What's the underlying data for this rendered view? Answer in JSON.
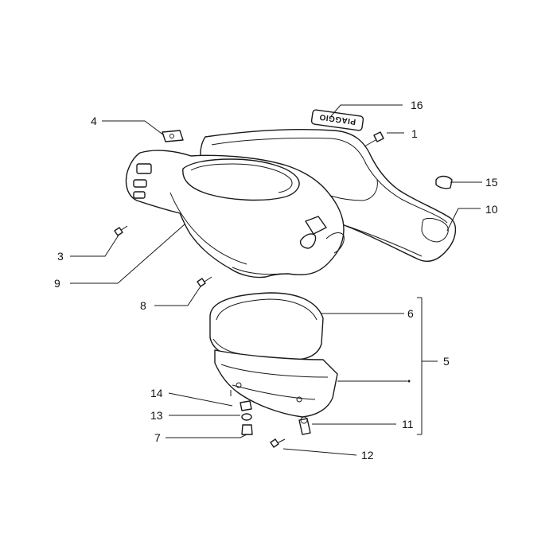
{
  "diagram": {
    "brand_logo": "PIAGGIO",
    "callouts": [
      {
        "id": "c16",
        "label": "16"
      },
      {
        "id": "c1",
        "label": "1"
      },
      {
        "id": "c4",
        "label": "4"
      },
      {
        "id": "c15",
        "label": "15"
      },
      {
        "id": "c10",
        "label": "10"
      },
      {
        "id": "c3",
        "label": "3"
      },
      {
        "id": "c9",
        "label": "9"
      },
      {
        "id": "c8",
        "label": "8"
      },
      {
        "id": "c6",
        "label": "6"
      },
      {
        "id": "c5",
        "label": "5"
      },
      {
        "id": "c14",
        "label": "14"
      },
      {
        "id": "c13",
        "label": "13"
      },
      {
        "id": "c7",
        "label": "7"
      },
      {
        "id": "c11",
        "label": "11"
      },
      {
        "id": "c12",
        "label": "12"
      }
    ]
  },
  "colors": {
    "line": "#1a1a1a",
    "background": "#ffffff"
  }
}
